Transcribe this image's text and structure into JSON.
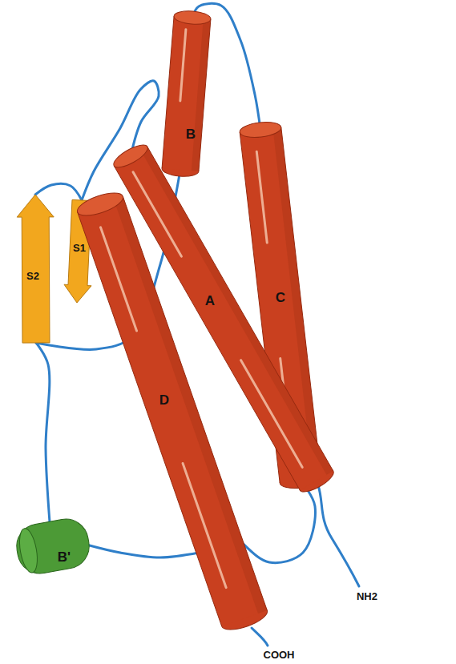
{
  "diagram": {
    "nodes": [
      {
        "text": [
          "B"
        ]
      },
      {
        "text": [
          "S2"
        ]
      },
      {
        "text": [
          "S1"
        ]
      },
      {
        "text": [
          "A"
        ]
      },
      {
        "text": [
          "C"
        ]
      },
      {
        "text": [
          "D"
        ]
      },
      {
        "text": [
          "B'"
        ]
      }
    ],
    "edges": [
      {
        "from": 3,
        "to": 2,
        "arrow": "none"
      },
      {
        "from": 2,
        "to": 1,
        "arrow": "none"
      },
      {
        "from": 1,
        "to": 0,
        "arrow": "none"
      },
      {
        "from": 0,
        "to": 4,
        "arrow": "none"
      },
      {
        "from": 4,
        "to": 5,
        "arrow": "none"
      },
      {
        "from": 5,
        "to": 6,
        "arrow": "none"
      },
      {
        "from": 6,
        "to": 1,
        "arrow": "none"
      }
    ],
    "labels": [
      "NH2",
      "COOH"
    ]
  }
}
